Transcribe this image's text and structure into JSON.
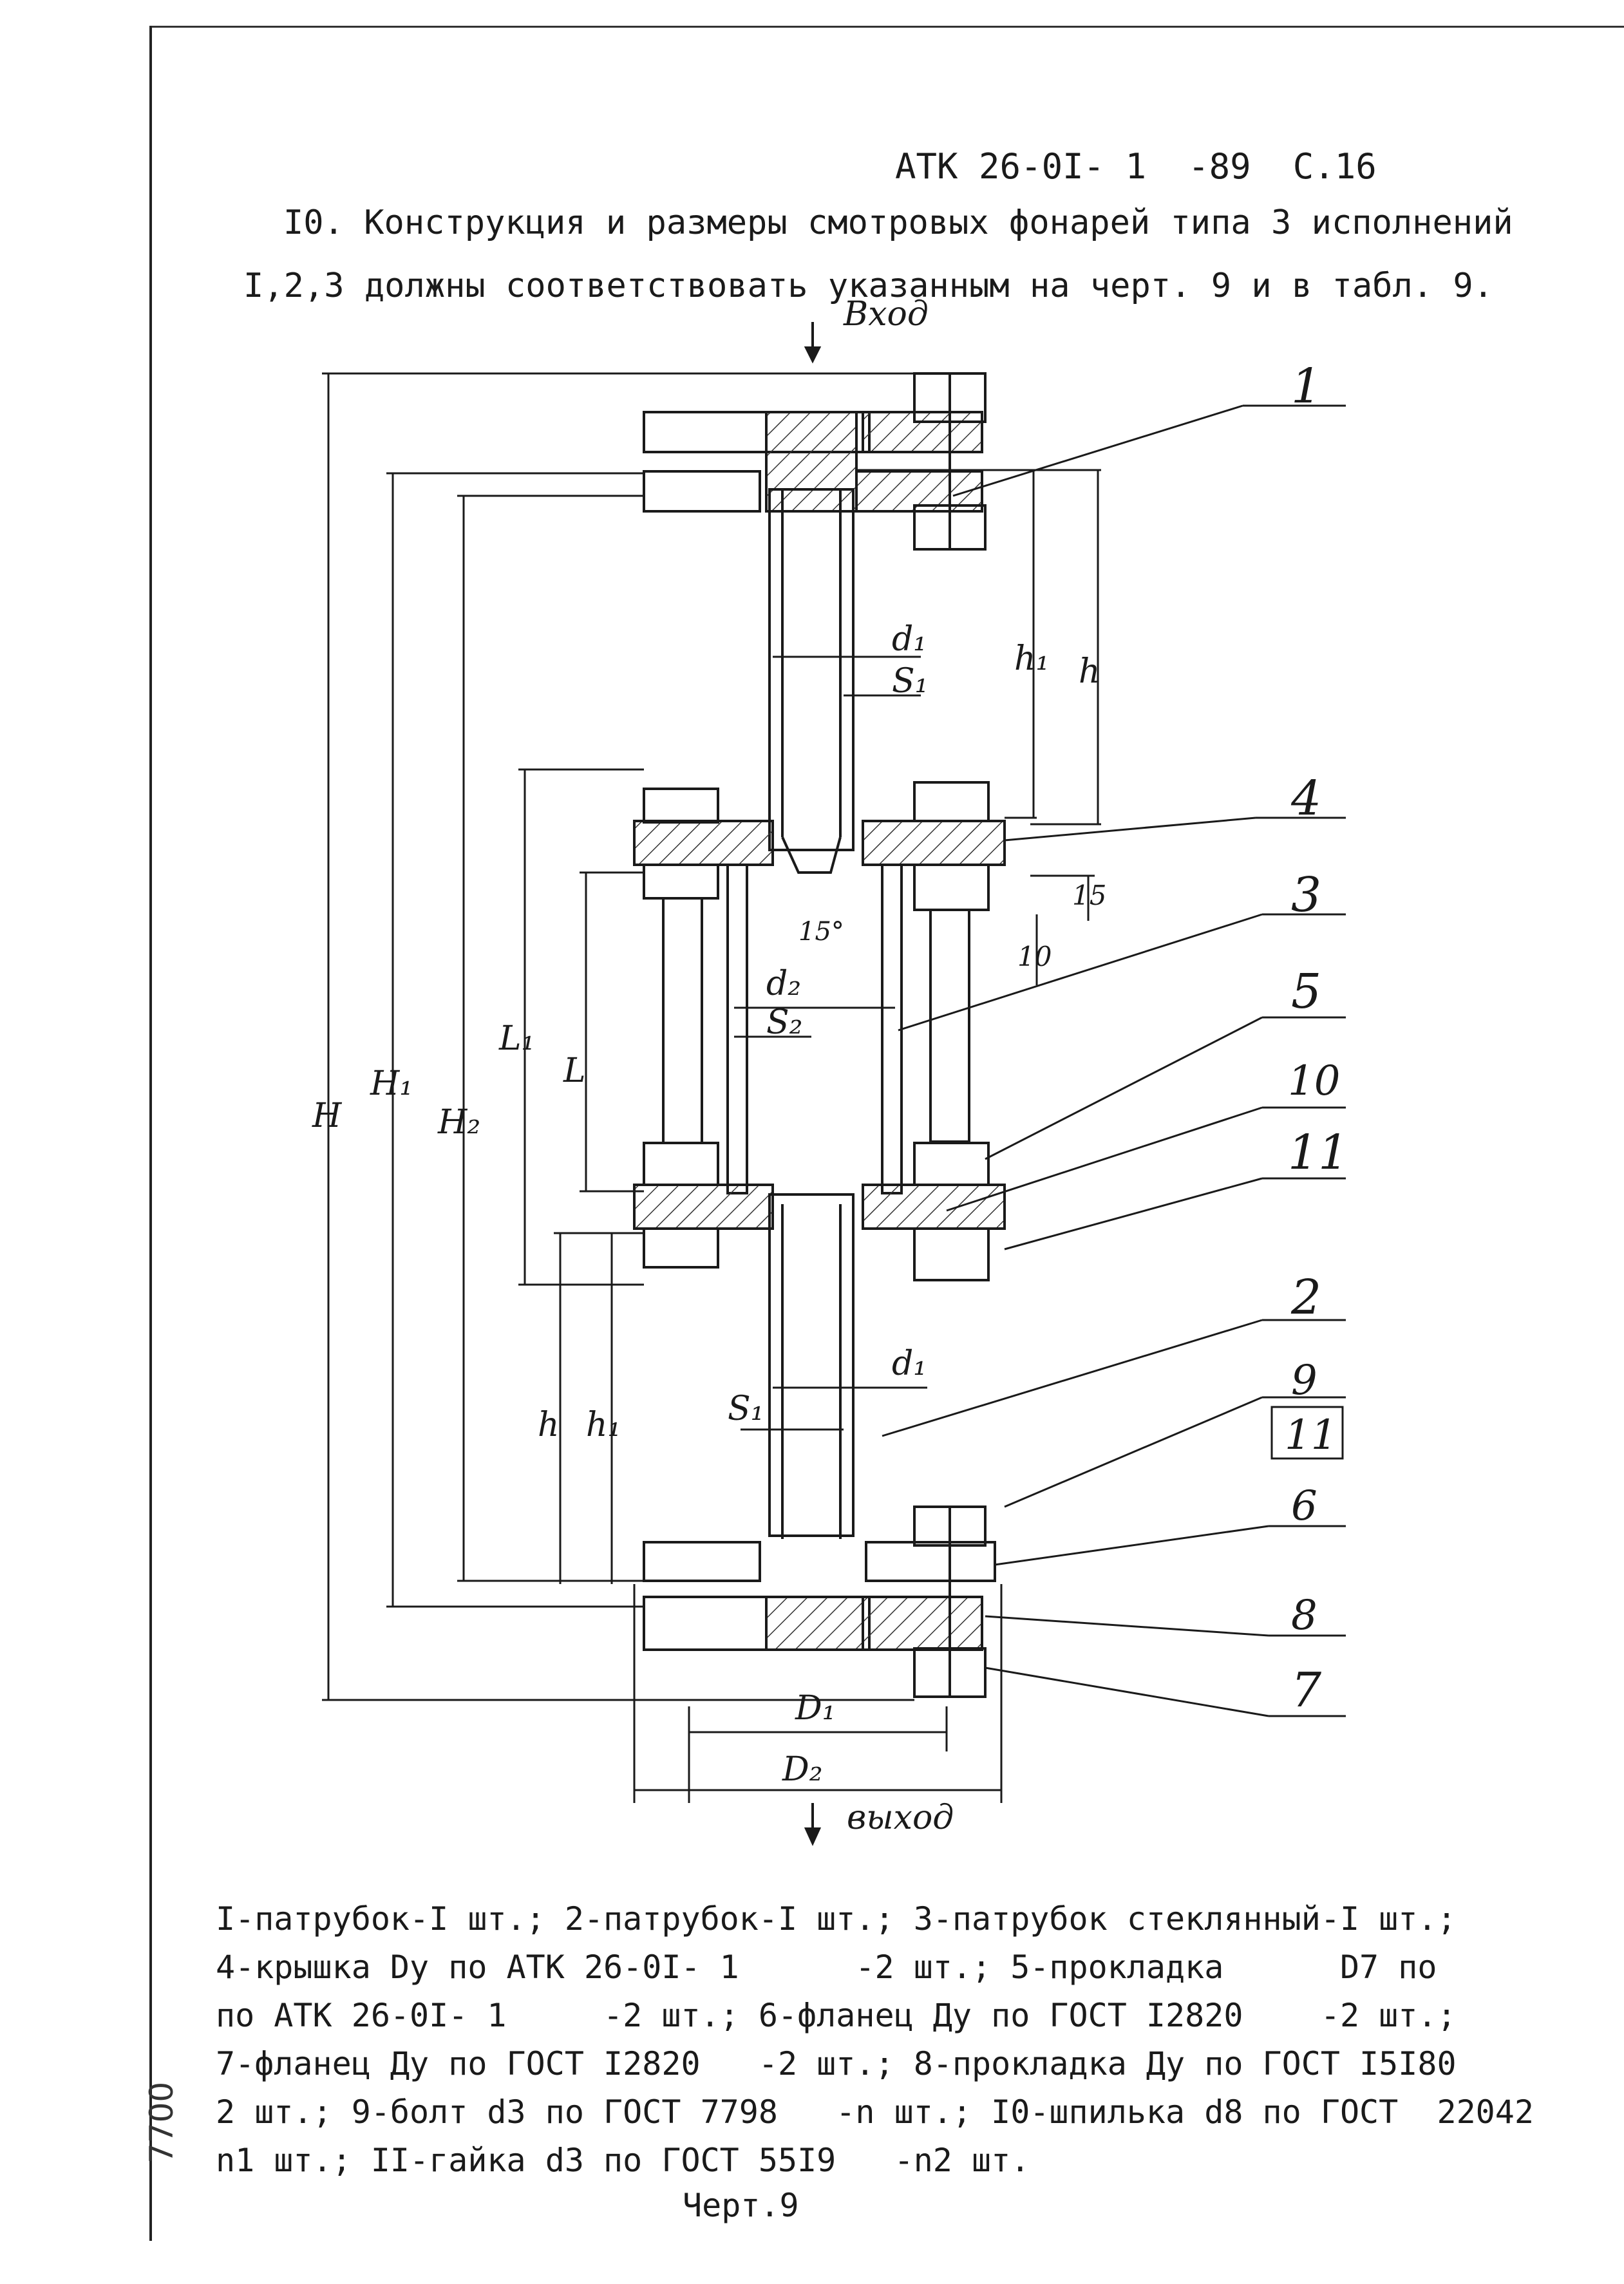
{
  "header": {
    "doc_ref": "АТК 26-0I- 1  -89  С.16"
  },
  "heading": {
    "line1": "I0. Конструкция и размеры смотровых фонарей типа 3 исполнений",
    "line2": "I,2,3 должны соответствовать указанным на черт. 9 и в табл. 9."
  },
  "drawing": {
    "inlet": "Вход",
    "outlet": "выход",
    "dims": {
      "H": "H",
      "H1": "H₁",
      "H2": "H₂",
      "L1": "L₁",
      "L": "L",
      "h_top": "h",
      "h1_top": "h₁",
      "h_bot": "h",
      "h1_bot": "h₁",
      "d1_top": "d₁",
      "s1_top": "S₁",
      "d2": "d₂",
      "s2": "S₂",
      "d1_bot": "d₁",
      "s1_bot": "S₁",
      "D1": "D₁",
      "D2": "D₂",
      "dim15": "15",
      "dim10": "10",
      "angle": "15°"
    },
    "callouts": [
      "1",
      "4",
      "3",
      "5",
      "10",
      "11",
      "2",
      "9",
      "11",
      "6",
      "8",
      "7"
    ]
  },
  "legend": {
    "line1": "I-патрубок-I шт.; 2-патрубок-I шт.; 3-патрубок стеклянный-I шт.;",
    "line2": "4-крышка Dу по АТК 26-0I- 1      -2 шт.; 5-прокладка      D7 по",
    "line3": "по АТК 26-0I- 1     -2 шт.; 6-фланец Ду по ГОСТ I2820    -2 шт.;",
    "line4": "7-фланец Ду по ГОСТ I2820   -2 шт.; 8-прокладка Ду по ГОСТ I5I80",
    "line5": "2 шт.; 9-болт d3 по ГОСТ 7798   -n шт.; I0-шпилька d8 по ГОСТ  22042",
    "line6": "n1 шт.; II-гайка d3 по ГОСТ 55I9   -n2 шт."
  },
  "caption": "Черт.9",
  "side_stamp": "7700"
}
